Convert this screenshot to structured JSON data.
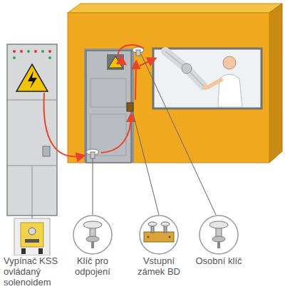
{
  "diagram": {
    "nodes": [
      {
        "text": [
          "Vypínač KSS ovládaný solenoidem"
        ]
      },
      {
        "text": [
          "Klíč pro odpojení"
        ]
      },
      {
        "text": [
          "Vstupní zámek BD"
        ]
      },
      {
        "text": [
          "Osobní klíč"
        ]
      }
    ]
  }
}
